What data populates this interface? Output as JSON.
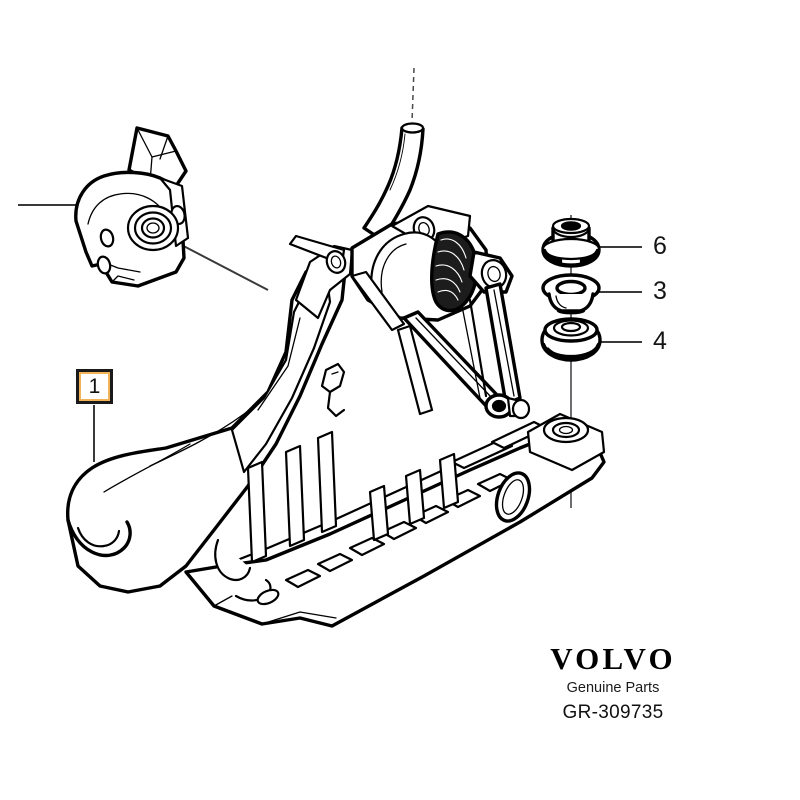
{
  "document": {
    "kind": "exploded-parts-diagram",
    "subject": "Parking brake lever assembly",
    "background_color": "#ffffff",
    "line_color": "#000000"
  },
  "callouts": [
    {
      "id": "1",
      "label": "1",
      "style": "boxed",
      "box_border_color": "#1a1a1a",
      "box_accent_color": "#f0b357",
      "points_to": "handle-lever-body"
    },
    {
      "id": "6",
      "label": "6",
      "style": "plain",
      "points_to": "flange-nut"
    },
    {
      "id": "3",
      "label": "3",
      "style": "plain",
      "points_to": "washer-grommet"
    },
    {
      "id": "4",
      "label": "4",
      "style": "plain",
      "points_to": "rubber-bushing"
    }
  ],
  "parts": [
    {
      "ref": "1",
      "name": "handle-lever-body"
    },
    {
      "ref": "6",
      "name": "flange-nut"
    },
    {
      "ref": "3",
      "name": "washer-grommet"
    },
    {
      "ref": "4",
      "name": "rubber-bushing"
    },
    {
      "ref": "",
      "name": "mounting-bracket"
    },
    {
      "ref": "",
      "name": "release-rod"
    },
    {
      "ref": "",
      "name": "ratchet-sector"
    },
    {
      "ref": "",
      "name": "base-plate"
    }
  ],
  "brand": {
    "wordmark": "VOLVO",
    "tagline": "Genuine Parts",
    "code": "GR-309735"
  }
}
